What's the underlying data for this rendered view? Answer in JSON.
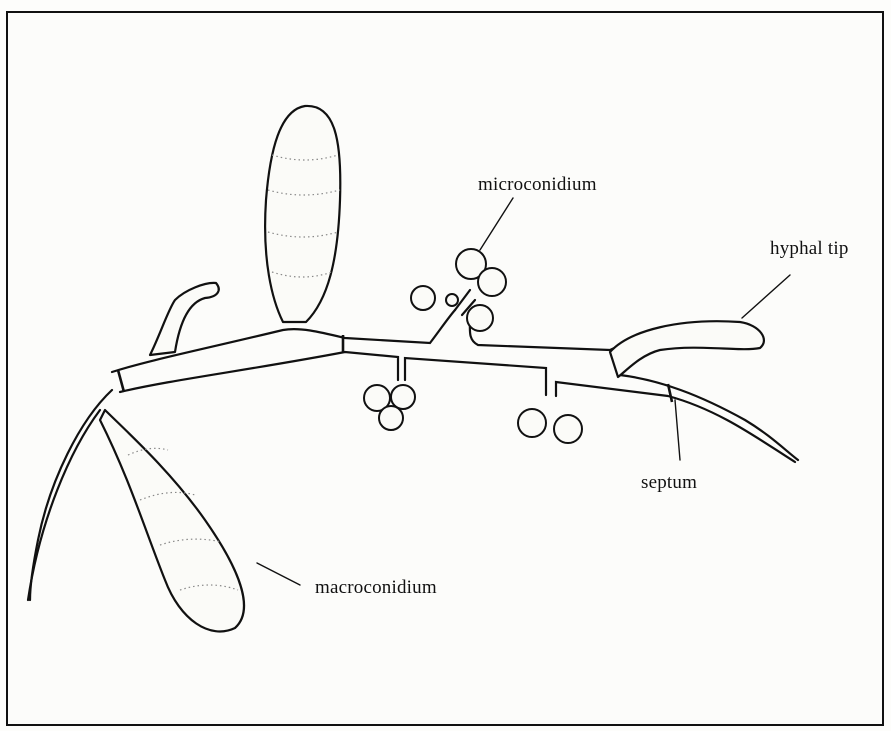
{
  "labels": {
    "microconidium": "microconidium",
    "hyphal_tip": "hyphal tip",
    "septum": "septum",
    "macroconidium": "macroconidium"
  },
  "colors": {
    "ink": "#111111",
    "paper": "#fcfcfa"
  }
}
